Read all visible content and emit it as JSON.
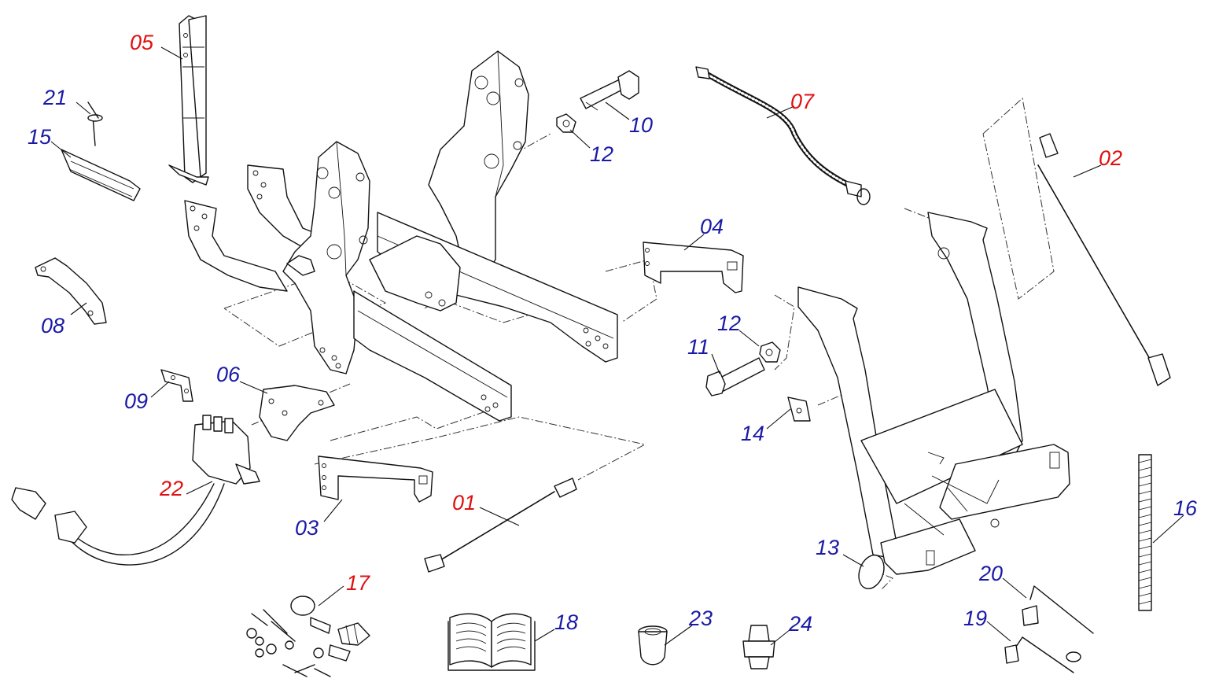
{
  "diagram": {
    "labels": [
      {
        "id": "05",
        "color": "red"
      },
      {
        "id": "21",
        "color": "blue"
      },
      {
        "id": "15",
        "color": "blue"
      },
      {
        "id": "08",
        "color": "blue"
      },
      {
        "id": "09",
        "color": "blue"
      },
      {
        "id": "06",
        "color": "blue"
      },
      {
        "id": "22",
        "color": "red"
      },
      {
        "id": "17",
        "color": "red"
      },
      {
        "id": "10",
        "color": "blue"
      },
      {
        "id": "12",
        "color": "blue"
      },
      {
        "id": "07",
        "color": "red"
      },
      {
        "id": "04",
        "color": "blue"
      },
      {
        "id": "03",
        "color": "blue"
      },
      {
        "id": "01",
        "color": "red"
      },
      {
        "id": "18",
        "color": "blue"
      },
      {
        "id": "23",
        "color": "blue"
      },
      {
        "id": "24",
        "color": "blue"
      },
      {
        "id": "02",
        "color": "red"
      },
      {
        "id": "12",
        "color": "blue"
      },
      {
        "id": "11",
        "color": "blue"
      },
      {
        "id": "14",
        "color": "blue"
      },
      {
        "id": "13",
        "color": "blue"
      },
      {
        "id": "20",
        "color": "blue"
      },
      {
        "id": "19",
        "color": "blue"
      },
      {
        "id": "16",
        "color": "blue"
      }
    ],
    "colors": {
      "blue": "#1a1aa6",
      "red": "#e01010",
      "line": "#111111"
    }
  }
}
